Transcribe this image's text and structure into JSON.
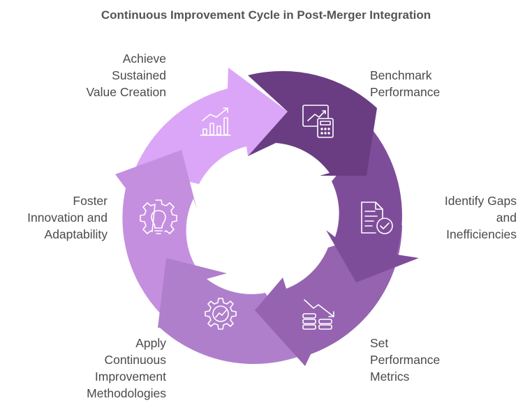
{
  "title": "Continuous Improvement Cycle in Post-Merger Integration",
  "colors": {
    "benchmark": "#6a3d83",
    "identify": "#7e4d9a",
    "metrics": "#9563b0",
    "apply": "#b07fcc",
    "foster": "#c58fe0",
    "achieve": "#dba6f7",
    "icon_stroke": "#ffffff",
    "text": "#4a4a4a"
  },
  "steps": [
    {
      "lines": [
        "Benchmark",
        "Performance"
      ],
      "icon": "chart-calculator-icon"
    },
    {
      "lines": [
        "Identify Gaps",
        "and",
        "Inefficiencies"
      ],
      "icon": "checked-document-icon"
    },
    {
      "lines": [
        "Set",
        "Performance",
        "Metrics"
      ],
      "icon": "declining-coins-icon"
    },
    {
      "lines": [
        "Apply",
        "Continuous",
        "Improvement",
        "Methodologies"
      ],
      "icon": "gear-chart-icon"
    },
    {
      "lines": [
        "Foster",
        "Innovation and",
        "Adaptability"
      ],
      "icon": "gear-lightbulb-icon"
    },
    {
      "lines": [
        "Achieve",
        "Sustained",
        "Value Creation"
      ],
      "icon": "growth-bar-chart-icon"
    }
  ]
}
